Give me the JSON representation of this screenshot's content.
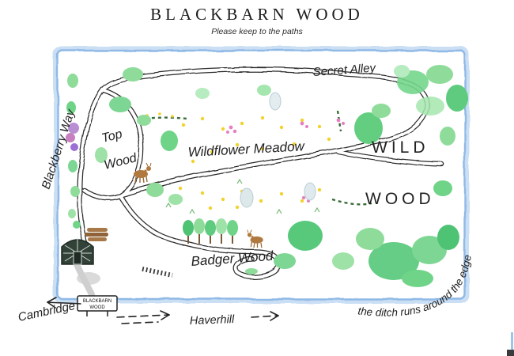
{
  "header": {
    "title": "BLACKBARN WOOD",
    "subtitle": "Please keep to the paths"
  },
  "map": {
    "labels": {
      "secret_alley": "Secret Alley",
      "blackberry_way": "Blackberry Way",
      "top_wood_line1": "Top",
      "top_wood_line2": "Wood",
      "wildflower_meadow": "Wildflower Meadow",
      "wild_wood_line1": "WILD",
      "wild_wood_line2": "WOOD",
      "badger_wood": "Badger Wood",
      "ditch_note": "the ditch runs around the edge"
    },
    "entrance_sign": {
      "line1": "BLACKBARN",
      "line2": "WOOD"
    },
    "directions": {
      "west": "Cambridge",
      "east": "Haverhill"
    },
    "palette": {
      "ditch_blue": "#8fb9e6",
      "tree_green": "#6fd488",
      "flower_yellow": "#f2d22e",
      "flower_pink": "#e77fc0",
      "ink": "#2b2b2b",
      "deer_brown": "#b0793f"
    }
  }
}
